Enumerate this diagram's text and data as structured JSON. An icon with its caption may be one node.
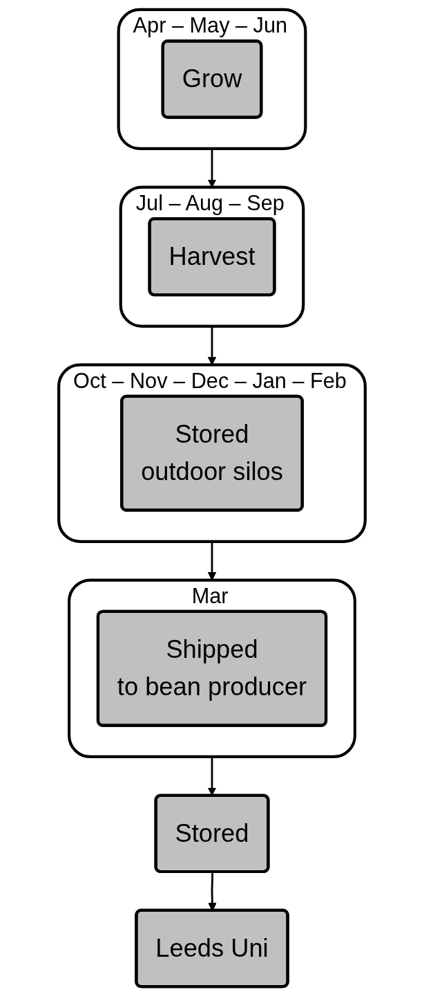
{
  "diagram": {
    "nodes": [
      {
        "text": [
          "Apr – May – Jun"
        ]
      },
      {
        "text": [
          "Grow"
        ],
        "in": 0
      },
      {
        "text": [
          "Jul – Aug – Sep"
        ]
      },
      {
        "text": [
          "Harvest"
        ],
        "in": 2
      },
      {
        "text": [
          "Oct – Nov – Dec – Jan – Feb"
        ]
      },
      {
        "text": [
          "Stored",
          "outdoor silos"
        ],
        "in": 4
      },
      {
        "text": [
          "Mar"
        ]
      },
      {
        "text": [
          "Shipped",
          "to bean producer"
        ],
        "in": 6
      },
      {
        "text": [
          "Stored"
        ]
      },
      {
        "text": [
          "Leeds Uni"
        ]
      }
    ],
    "edges": [
      {
        "from": 0,
        "to": 2,
        "arrow": "to"
      },
      {
        "from": 2,
        "to": 4,
        "arrow": "to"
      },
      {
        "from": 4,
        "to": 6,
        "arrow": "to"
      },
      {
        "from": 6,
        "to": 8,
        "arrow": "to"
      },
      {
        "from": 8,
        "to": 9,
        "arrow": "to"
      }
    ]
  }
}
